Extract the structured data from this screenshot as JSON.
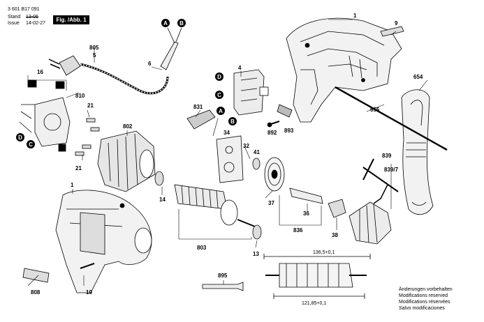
{
  "header": {
    "doc_number": "3 601 B17 091",
    "stand_label": "Stand",
    "issue_label": "Issue",
    "stand_value": "13-06",
    "issue_value": "14-02-27",
    "figure_label": "Fig. /Abb. 1"
  },
  "part_numbers": {
    "p1_top": "1",
    "p1_left": "1",
    "p4": "4",
    "p5": "5",
    "p6": "6",
    "p9": "9",
    "p13": "13",
    "p14": "14",
    "p16": "16",
    "p19": "19",
    "p21a": "21",
    "p21b": "21",
    "p32": "32",
    "p34": "34",
    "p36": "36",
    "p37": "37",
    "p38": "38",
    "p41": "41",
    "p654": "654",
    "p655": "655",
    "p802": "802",
    "p803": "803",
    "p805": "805",
    "p808": "808",
    "p810": "810",
    "p831": "831",
    "p836": "836",
    "p839": "839",
    "p839_7": "839/7",
    "p892": "892",
    "p893": "893",
    "p895": "895"
  },
  "callout_letters": {
    "a_cord": "A",
    "b_cord": "B",
    "d_switch": "D",
    "c_switch": "C",
    "a_switch": "A",
    "b_switch": "B",
    "d_brush": "D",
    "c_brush": "C"
  },
  "dimensions": {
    "overall_length": "136,5+0,1",
    "inner_length": "121,85+0,1"
  },
  "notes": [
    "Änderungen vorbehalten",
    "Modifications reserved",
    "Modifications réservées",
    "Salvo modificaciones"
  ],
  "colors": {
    "ink": "#000000",
    "paper": "#ffffff",
    "shade": "#d9d9d9"
  }
}
